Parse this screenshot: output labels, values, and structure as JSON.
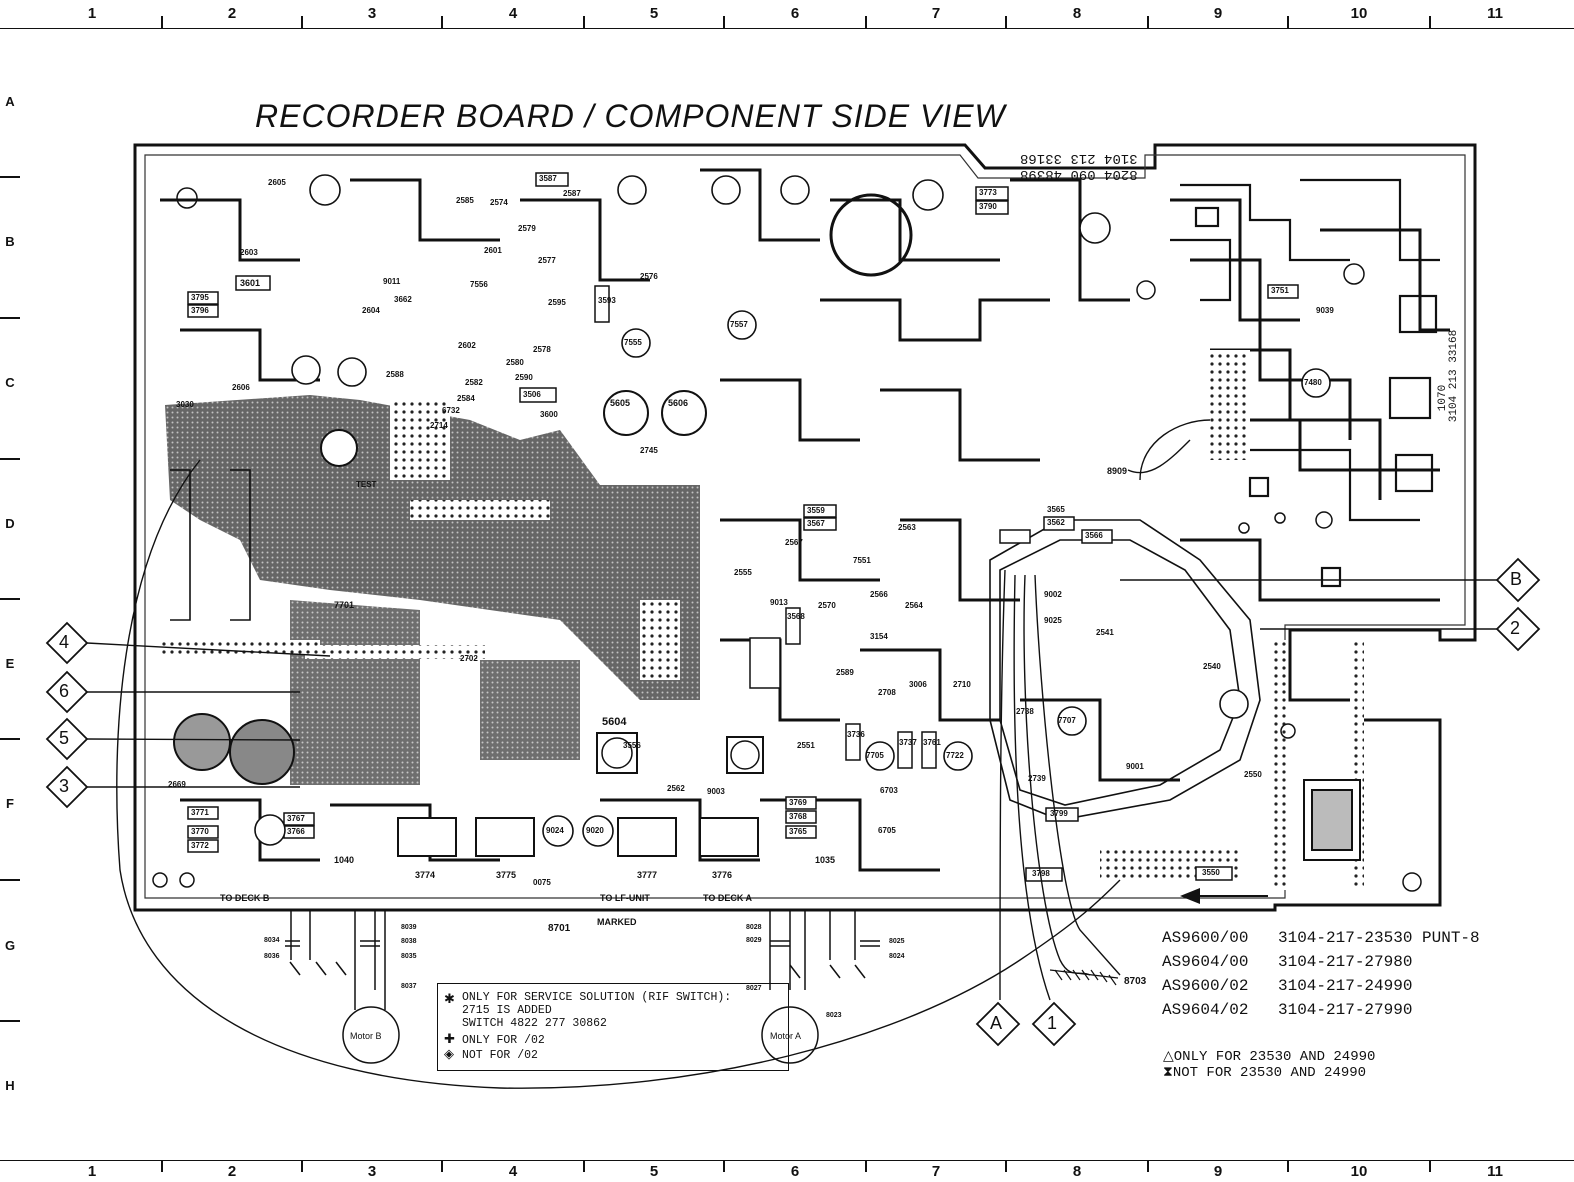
{
  "columns": [
    "1",
    "2",
    "3",
    "4",
    "5",
    "6",
    "7",
    "8",
    "9",
    "10",
    "11"
  ],
  "rows": [
    "A",
    "B",
    "C",
    "D",
    "E",
    "F",
    "G",
    "H"
  ],
  "title": "RECORDER BOARD / COMPONENT SIDE VIEW",
  "mirrored_code": {
    "line1": "3104 213 33168",
    "line2": "8204 090 48398",
    "side": "3104 213 33168",
    "side_num": "1070"
  },
  "connector_markers": {
    "left": [
      "4",
      "6",
      "5",
      "3"
    ],
    "right": [
      "B",
      "2"
    ],
    "bottom": [
      "A",
      "1"
    ]
  },
  "board_labels": {
    "to_deck_b": "TO DECK B",
    "to_deck_a": "TO DECK A",
    "to_lf_unit": "TO LF-UNIT",
    "marked": "MARKED",
    "wire_8701": "8701",
    "wire_8703": "8703",
    "test": "TEST",
    "motor_b": "Motor B",
    "motor_a": "Motor A",
    "pot_5604": "5604",
    "coil_5605": "5605",
    "coil_5606": "5606",
    "ic_7701": "7701",
    "ref_3774": "3774",
    "ref_3775": "3775",
    "ref_3777": "3777",
    "ref_3776": "3776",
    "ref_1040": "1040",
    "ref_1035": "1035",
    "ref_3601": "3601",
    "ref_3795": "3795",
    "ref_3796": "3796",
    "ref_3771": "3771",
    "ref_3770": "3770",
    "ref_3772": "3772",
    "ref_3767": "3767",
    "ref_3766": "3766",
    "ref_3769": "3769",
    "ref_3768": "3768",
    "ref_3765": "3765",
    "ref_3799": "3799",
    "ref_3798": "3798",
    "ref_3550": "3550",
    "ref_3751": "3751",
    "ref_3773": "3773",
    "ref_3790": "3790",
    "ref_3559": "3559",
    "ref_3567": "3567",
    "ref_3562": "3562",
    "ref_3565": "3565",
    "ref_3566": "3566",
    "ref_3568": "3568",
    "ref_3556": "3556",
    "ref_3736": "3736",
    "ref_3737": "3737",
    "ref_3761": "3761",
    "ref_3506": "3506",
    "ref_3587": "3587",
    "ref_3662": "3662",
    "ref_3600": "3600",
    "ref_3593": "3593",
    "ref_7705": "7705",
    "ref_7722": "7722",
    "ref_7707": "7707",
    "ref_7557": "7557",
    "ref_7555": "7555",
    "ref_7480": "7480",
    "ref_7556": "7556",
    "ref_7551": "7551",
    "ref_9039": "9039",
    "ref_9020": "9020",
    "ref_9024": "9024",
    "ref_9025": "9025",
    "ref_9011": "9011",
    "ref_8909": "8909",
    "ref_2745": "2745",
    "ref_2550": "2550",
    "ref_2540": "2540",
    "ref_2541": "2541",
    "ref_2739": "2739",
    "ref_2738": "2738",
    "ref_2710": "2710",
    "ref_2708": "2708",
    "ref_2564": "2564",
    "ref_2562": "2562",
    "ref_2551": "2551",
    "ref_2555": "2555",
    "ref_2566": "2566",
    "ref_2567": "2567",
    "ref_2570": "2570",
    "ref_2563": "2563",
    "ref_2714": "2714",
    "ref_2702": "2702",
    "ref_2574": "2574",
    "ref_2576": "2576",
    "ref_2577": "2577",
    "ref_2578": "2578",
    "ref_2579": "2579",
    "ref_2580": "2580",
    "ref_2582": "2582",
    "ref_2584": "2584",
    "ref_2585": "2585",
    "ref_2587": "2587",
    "ref_2588": "2588",
    "ref_2589": "2589",
    "ref_2590": "2590",
    "ref_2595": "2595",
    "ref_2602": "2602",
    "ref_2604": "2604",
    "ref_2605": "2605",
    "ref_2606": "2606",
    "ref_2601": "2601",
    "ref_3030": "3030",
    "ref_6732": "6732",
    "ref_6703": "6703",
    "ref_6705": "6705",
    "ref_8027": "8027",
    "ref_8028": "8028",
    "ref_8029": "8029",
    "ref_8023": "8023",
    "ref_8024": "8024",
    "ref_8025": "8025",
    "ref_8034": "8034",
    "ref_8035": "8035",
    "ref_8036": "8036",
    "ref_8037": "8037",
    "ref_8038": "8038",
    "ref_8039": "8039",
    "ref_0075": "0075",
    "ref_3154": "3154",
    "ref_3006": "3006",
    "ref_2669": "2669",
    "ref_2603": "2603",
    "ref_9013": "9013",
    "ref_9003": "9003",
    "ref_9001": "9001",
    "ref_9002": "9002"
  },
  "models": [
    {
      "name": "AS9600/00",
      "code": "3104-217-23530 PUNT-8"
    },
    {
      "name": "AS9604/00",
      "code": "3104-217-27980"
    },
    {
      "name": "AS9600/02",
      "code": "3104-217-24990"
    },
    {
      "name": "AS9604/02",
      "code": "3104-217-27990"
    }
  ],
  "legend": {
    "star_line1": "ONLY FOR SERVICE SOLUTION (RIF SWITCH):",
    "star_line2": "2715 IS ADDED",
    "star_line3": "SWITCH 4822 277 30862",
    "plus_line": "ONLY FOR /02",
    "diamond_line": "NOT FOR /02"
  },
  "notes": {
    "triangle": "ONLY FOR 23530 AND 24990",
    "hourglass": "NOT  FOR 23530 AND 24990"
  }
}
